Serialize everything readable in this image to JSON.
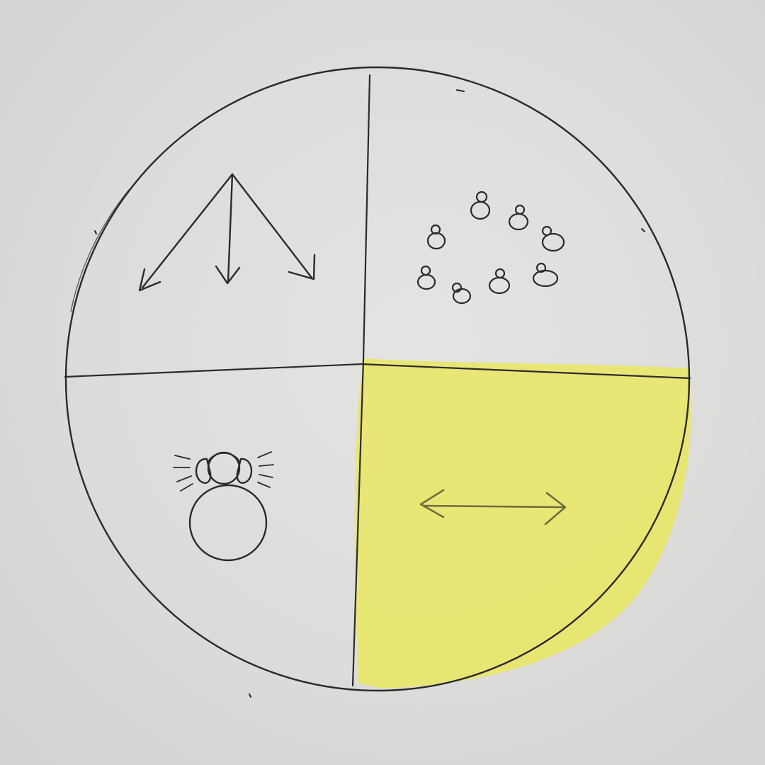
{
  "image": {
    "kind": "hand-drawn sketch on paper",
    "colors": {
      "paper": "#dcdcda",
      "ink": "#2a2a2e",
      "highlighter": "#e8e66a"
    }
  },
  "diagram": {
    "shape": "circle divided into four quadrants",
    "highlighted_quadrant": "bottom-right",
    "quadrants": [
      {
        "position": "top-left",
        "icon": "diverging-arrows-icon"
      },
      {
        "position": "top-right",
        "icon": "people-in-circle-icon",
        "figure_count": 8
      },
      {
        "position": "bottom-left",
        "icon": "person-with-headphones-icon"
      },
      {
        "position": "bottom-right",
        "icon": "double-headed-arrow-icon",
        "highlighted": true
      }
    ]
  }
}
